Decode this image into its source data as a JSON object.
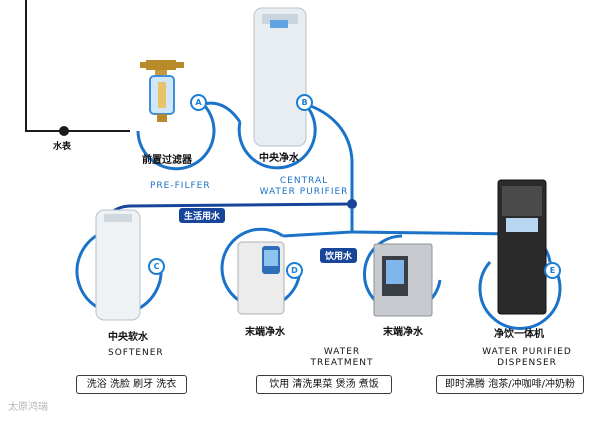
{
  "colors": {
    "pipe_dark": "#1b1b1b",
    "pipe_blue": "#1a73c8",
    "ring_blue": "#1a7ed6",
    "pill_navy": "#17459a"
  },
  "meter": {
    "label": "水表"
  },
  "nodes": [
    {
      "id": "A",
      "cn": "前置过滤器",
      "en": [
        "PRE-FILFER"
      ],
      "en_color": "blue"
    },
    {
      "id": "B",
      "cn": "中央净水",
      "en": [
        "CENTRAL",
        "WATER PURIFIER"
      ],
      "en_color": "blue"
    },
    {
      "id": "C",
      "cn": "中央软水",
      "en": [
        "SOFTENER"
      ],
      "en_color": "black"
    },
    {
      "id": "D",
      "cn": "末端净水",
      "en": [
        "WATER",
        "TREATMENT"
      ],
      "en_color": "black"
    },
    {
      "id": "D",
      "cn": "末端净水",
      "en": [],
      "en_color": "black"
    },
    {
      "id": "E",
      "cn": "净饮一体机",
      "en": [
        "WATER PURIFIED",
        "DISPENSER"
      ],
      "en_color": "black"
    }
  ],
  "pipes": {
    "domestic": "生活用水",
    "drinking": "饮用水"
  },
  "uses": [
    "洗浴 洗脸 刷牙 洗衣",
    "饮用 清洗果菜 煲汤 煮饭",
    "即时沸腾 泡茶/冲咖啡/冲奶粉"
  ],
  "watermark": "太原鸿瑞"
}
